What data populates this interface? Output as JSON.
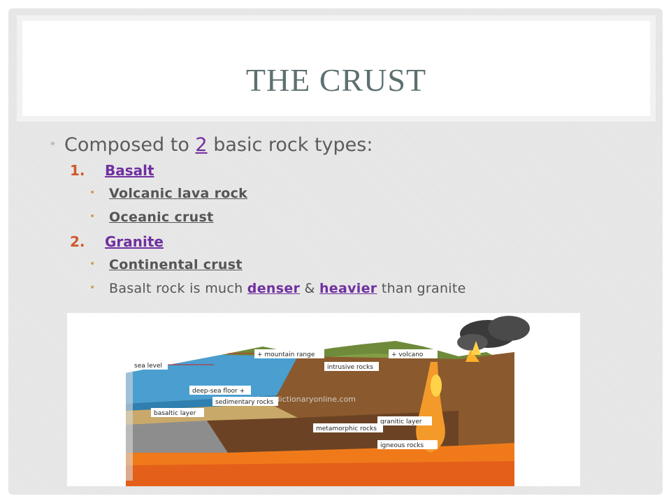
{
  "slide": {
    "title": "THE CRUST",
    "bullet": {
      "prefix": "Composed to ",
      "number": "2",
      "suffix": " basic rock types:"
    },
    "rock_types": [
      {
        "number": "1.",
        "name": "Basalt",
        "details": [
          "Volcanic lava rock",
          "Oceanic crust"
        ]
      },
      {
        "number": "2.",
        "name": "Granite",
        "details": [
          "Continental crust"
        ]
      }
    ],
    "comparison": {
      "prefix": "Basalt rock is much ",
      "word1": "denser",
      "middle": " & ",
      "word2": "heavier",
      "suffix": " than granite"
    }
  },
  "diagram": {
    "labels": {
      "mountain_range": "+ mountain range",
      "volcano": "+ volcano",
      "sea_level": "sea level",
      "intrusive_rocks": "intrusive rocks",
      "deep_sea_floor": "deep-sea floor +",
      "sedimentary_rocks": "sedimentary rocks",
      "basaltic_layer": "basaltic layer",
      "granitic_layer": "granitic layer",
      "metamorphic_rocks": "metamorphic rocks",
      "igneous_rocks": "igneous rocks",
      "watermark": "www.visualdictionaryonline.com"
    },
    "colors": {
      "ocean": "#4a9fd0",
      "magma": "#f07a1a",
      "earth": "#8a5a2e",
      "label_bg": "#ffffff"
    }
  }
}
